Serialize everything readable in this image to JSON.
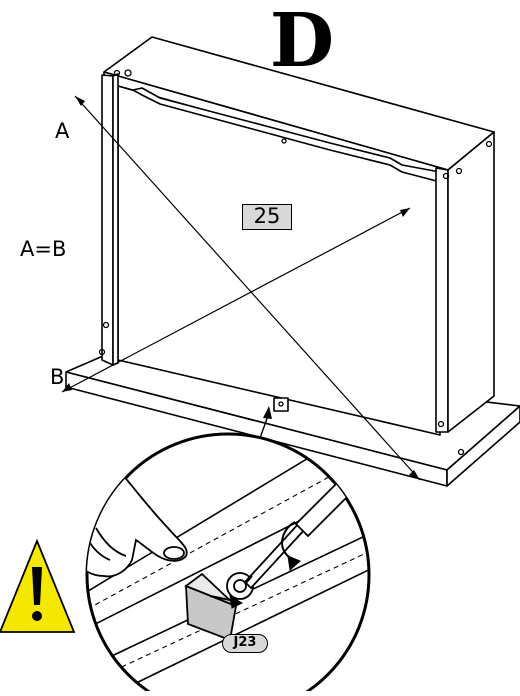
{
  "step": {
    "letter": "D"
  },
  "labels": {
    "diag_a": "A",
    "equal": "A=B",
    "diag_b": "B"
  },
  "panel_part_number": "25",
  "detail": {
    "part_code": "J23"
  },
  "colors": {
    "warning_yellow": "#f5e800",
    "tag_fill": "#d9d9d9",
    "line": "#000000"
  }
}
